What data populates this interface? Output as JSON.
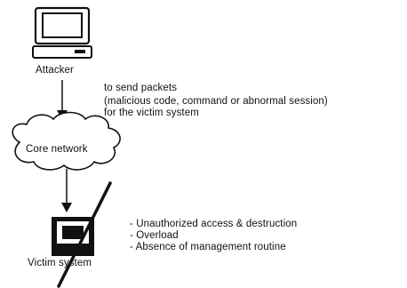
{
  "attacker": {
    "label": "Attacker"
  },
  "send_note": {
    "line1": "to send packets",
    "line2": "(malicious code, command or abnormal session)",
    "line3": "for the victim system"
  },
  "network": {
    "label": "Core network"
  },
  "victim": {
    "label": "Victim system"
  },
  "threats": [
    "- Unauthorized access & destruction",
    "- Overload",
    "- Absence of management routine"
  ]
}
